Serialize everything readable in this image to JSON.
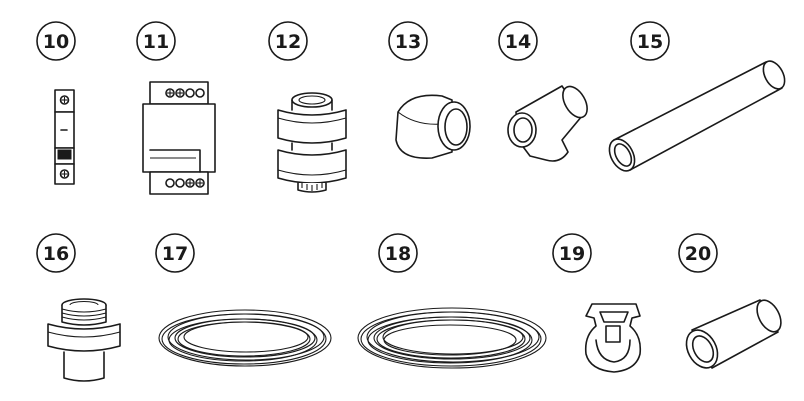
{
  "parts": [
    {
      "number": "10",
      "icon": "circuit-breaker-icon"
    },
    {
      "number": "11",
      "icon": "power-supply-icon"
    },
    {
      "number": "12",
      "icon": "union-valve-icon"
    },
    {
      "number": "13",
      "icon": "elbow-fitting-icon"
    },
    {
      "number": "14",
      "icon": "tee-fitting-icon"
    },
    {
      "number": "15",
      "icon": "long-pipe-icon"
    },
    {
      "number": "16",
      "icon": "threaded-union-icon"
    },
    {
      "number": "17",
      "icon": "coiled-wire-icon"
    },
    {
      "number": "18",
      "icon": "coiled-tubing-icon"
    },
    {
      "number": "19",
      "icon": "pipe-clip-icon"
    },
    {
      "number": "20",
      "icon": "short-pipe-icon"
    }
  ],
  "colors": {
    "line": "#1a1a1a",
    "background": "#ffffff"
  }
}
